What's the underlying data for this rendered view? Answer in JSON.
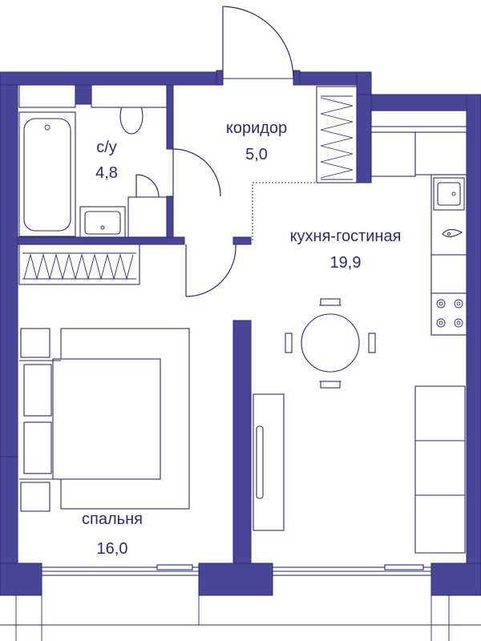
{
  "rooms": {
    "bathroom": {
      "name": "с/у",
      "area": "4,8"
    },
    "corridor": {
      "name": "коридор",
      "area": "5,0"
    },
    "kitchen": {
      "name": "кухня-гостиная",
      "area": "19,9"
    },
    "bedroom": {
      "name": "спальня",
      "area": "16,0"
    }
  },
  "colors": {
    "wall": "#4a4598",
    "outline": "#2d2a6e",
    "background": "#ffffff"
  }
}
